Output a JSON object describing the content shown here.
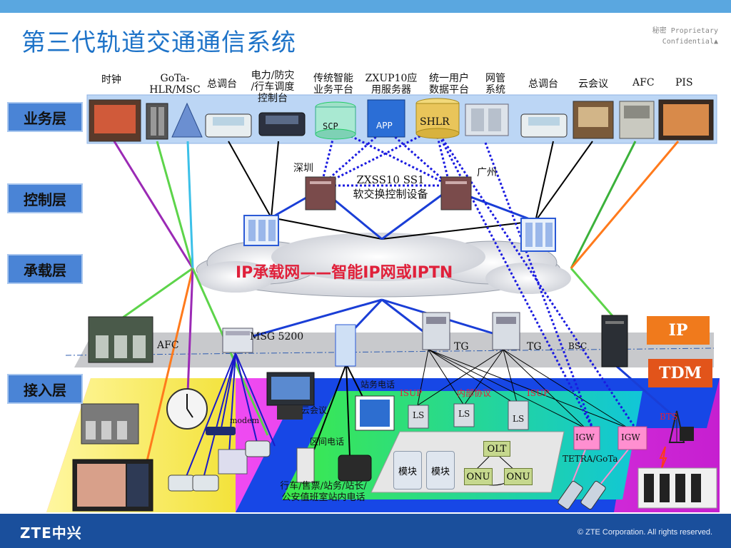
{
  "header": {
    "title": "第三代轨道交通通信系统",
    "secret": "秘密  Proprietary",
    "confidential": "Confidential▲"
  },
  "layers": {
    "service": "业务层",
    "control": "控制层",
    "bearer": "承载层",
    "access": "接入层"
  },
  "service_labels": {
    "clock": "时钟",
    "hlr1": "GoTa-",
    "hlr2": "HLR/MSC",
    "console1": "总调台",
    "power1": "电力/防灾",
    "power2": "/行车调度",
    "power3": "控制台",
    "smart1": "传统智能",
    "smart2": "业务平台",
    "zxup1": "ZXUP10应",
    "zxup2": "用服务器",
    "unified1": "统一用户",
    "unified2": "数据平台",
    "nms1": "网管",
    "nms2": "系统",
    "console2": "总调台",
    "conference": "云会议",
    "afc": "AFC",
    "pis": "PIS",
    "scp": "SCP",
    "app": "APP",
    "shlr": "SHLR"
  },
  "control_labels": {
    "shenzhen": "深圳",
    "guangzhou": "广州",
    "softswitch1": "ZXSS10 SS1",
    "softswitch2": "软交换控制设备"
  },
  "bearer_labels": {
    "network": "IP承载网——智能IP网或IPTN"
  },
  "access_labels": {
    "afc": "AFC",
    "msg": "MSG 5200",
    "tg1": "TG",
    "tg2": "TG",
    "bsc": "BSC",
    "ip": "IP",
    "tdm": "TDM",
    "business_phone": "站务电话",
    "conference": "云会议",
    "modem": "modem",
    "section_phone": "区间电话",
    "isup1": "ISUP",
    "internal": "内部协议",
    "isup2": "ISUP",
    "ls1": "LS",
    "ls2": "LS",
    "ls3": "LS",
    "igw1": "IGW",
    "igw2": "IGW",
    "olt": "OLT",
    "onu1": "ONU",
    "onu2": "ONU",
    "module1": "模块",
    "module2": "模块",
    "tetra": "TETRA/GoTa",
    "bts": "BTS",
    "station1": "行车/售票/站务/站长/",
    "station2": "公安值班室站内电话"
  },
  "footer": {
    "logo": "ZTE中兴",
    "copyright": "© ZTE Corporation. All rights reserved."
  },
  "colors": {
    "title": "#1e73c8",
    "layer_box": "#4a84d6",
    "footer": "#1a4f9c",
    "ip_badge": "#f07a1c",
    "tdm_badge": "#e2541a"
  }
}
